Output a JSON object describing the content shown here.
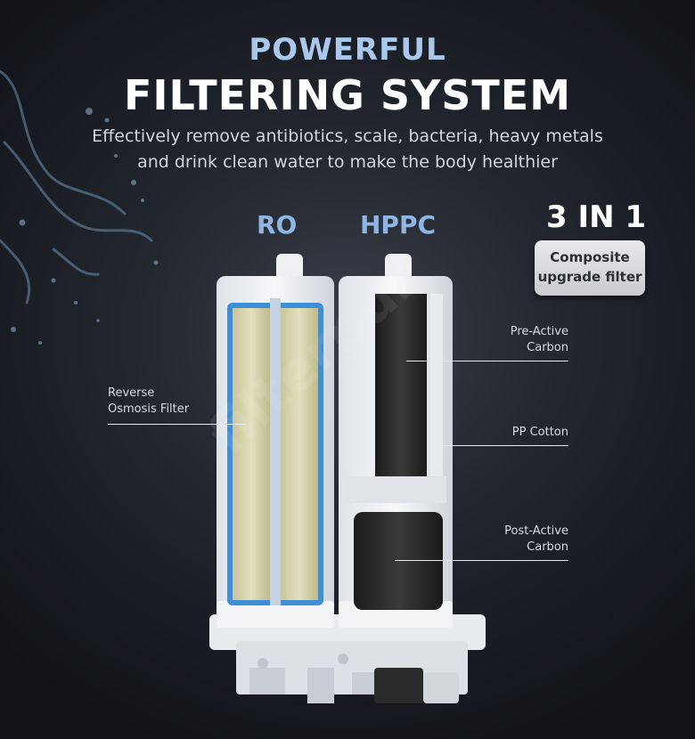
{
  "header": {
    "line1": "POWERFUL",
    "line2": "FILTERING SYSTEM",
    "desc_line1": "Effectively remove antibiotics, scale, bacteria, heavy metals",
    "desc_line2": "and drink clean water to make the body healthier"
  },
  "filters": {
    "left_label": "RO",
    "right_label": "HPPC"
  },
  "badge": {
    "title": "3 IN 1",
    "line1": "Composite",
    "line2": "upgrade filter"
  },
  "callouts": {
    "reverse_osmosis_l1": "Reverse",
    "reverse_osmosis_l2": "Osmosis Filter",
    "pre_active_l1": "Pre-Active",
    "pre_active_l2": "Carbon",
    "pp_cotton": "PP Cotton",
    "post_active_l1": "Post-Active",
    "post_active_l2": "Carbon"
  },
  "watermark": "filterpur",
  "colors": {
    "accent_blue": "#a9c8ec",
    "label_blue": "#8fb5e3",
    "membrane_blue": "#3f8fd6"
  }
}
